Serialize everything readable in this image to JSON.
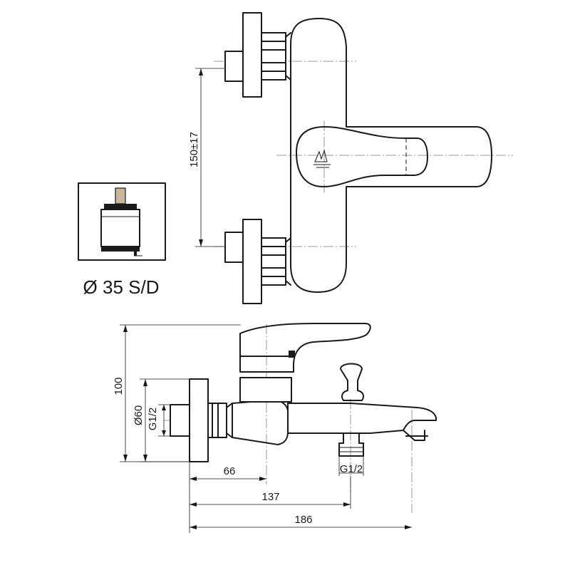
{
  "cartridge": {
    "label": "Ø 35 S/D"
  },
  "top_view": {
    "dim_center_distance": "150±17"
  },
  "side_view": {
    "dim_height": "100",
    "dim_flange_diameter": "Ø60",
    "dim_inlet_thread": "G1/2",
    "dim_shower_outlet_thread": "G1/2",
    "dim_66": "66",
    "dim_137": "137",
    "dim_186": "186"
  }
}
